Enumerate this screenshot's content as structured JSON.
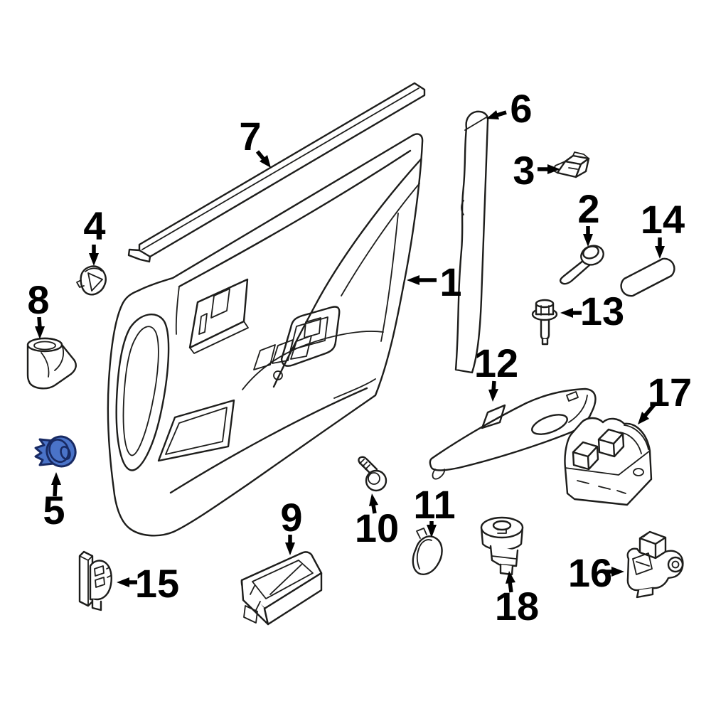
{
  "diagram": {
    "colors": {
      "background": "#ffffff",
      "line": "#1d1d1b",
      "label": "#000000",
      "highlight-fill": "#4a73c8",
      "highlight-outline": "#182a63"
    },
    "highlighted_callout": "5",
    "callouts": [
      {
        "label": "1",
        "part": "door-trim-panel",
        "highlighted": false
      },
      {
        "label": "2",
        "part": "shoulder-screw",
        "highlighted": false
      },
      {
        "label": "3",
        "part": "retainer-clip",
        "highlighted": false
      },
      {
        "label": "4",
        "part": "grommet",
        "highlighted": false
      },
      {
        "label": "5",
        "part": "push-pin-retainer",
        "highlighted": true
      },
      {
        "label": "6",
        "part": "front-pillar-trim",
        "highlighted": false
      },
      {
        "label": "7",
        "part": "belt-weatherstrip",
        "highlighted": false
      },
      {
        "label": "8",
        "part": "corner-trim-cap",
        "highlighted": false
      },
      {
        "label": "9",
        "part": "handle-bezel",
        "highlighted": false
      },
      {
        "label": "10",
        "part": "screw",
        "highlighted": false
      },
      {
        "label": "11",
        "part": "cover-cap",
        "highlighted": false
      },
      {
        "label": "12",
        "part": "switch-bezel",
        "highlighted": false
      },
      {
        "label": "13",
        "part": "hex-bolt",
        "highlighted": false
      },
      {
        "label": "14",
        "part": "insulator-pad",
        "highlighted": false
      },
      {
        "label": "15",
        "part": "seat-memory-switch",
        "highlighted": false
      },
      {
        "label": "16",
        "part": "mirror-switch",
        "highlighted": false
      },
      {
        "label": "17",
        "part": "window-switch",
        "highlighted": false
      },
      {
        "label": "18",
        "part": "lamp-socket",
        "highlighted": false
      }
    ]
  }
}
